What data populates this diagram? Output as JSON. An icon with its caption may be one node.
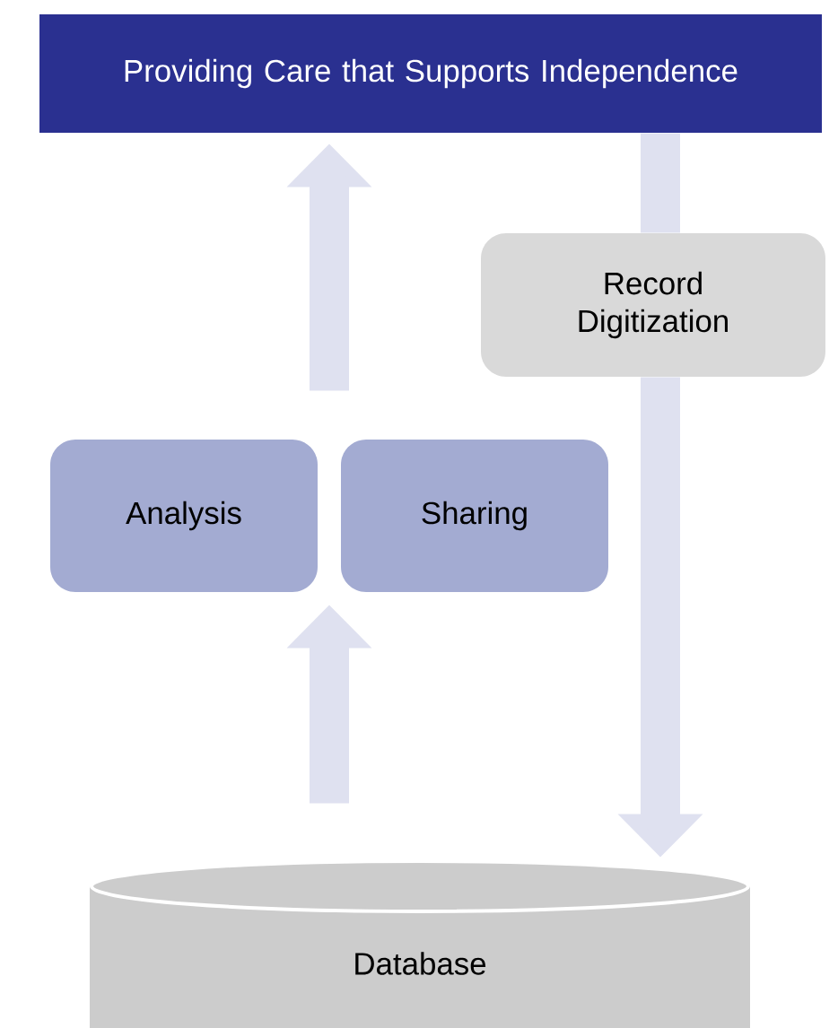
{
  "diagram": {
    "nodes": [
      {
        "text": [
          "Providing Care that Supports Independence"
        ]
      },
      {
        "text": [
          "Record Digitization"
        ]
      },
      {
        "text": [
          "Analysis"
        ]
      },
      {
        "text": [
          "Sharing"
        ]
      },
      {
        "text": [
          "Database"
        ]
      }
    ],
    "edges": [
      {
        "from": 0,
        "to": 1,
        "arrow": "none"
      },
      {
        "from": 1,
        "to": 4,
        "arrow": "to"
      },
      {
        "from": 4,
        "to": 2,
        "arrow": "to"
      },
      {
        "from": 4,
        "to": 3,
        "arrow": "to"
      },
      {
        "from": 2,
        "to": 0,
        "arrow": "to"
      },
      {
        "from": 3,
        "to": 0,
        "arrow": "to"
      }
    ]
  }
}
